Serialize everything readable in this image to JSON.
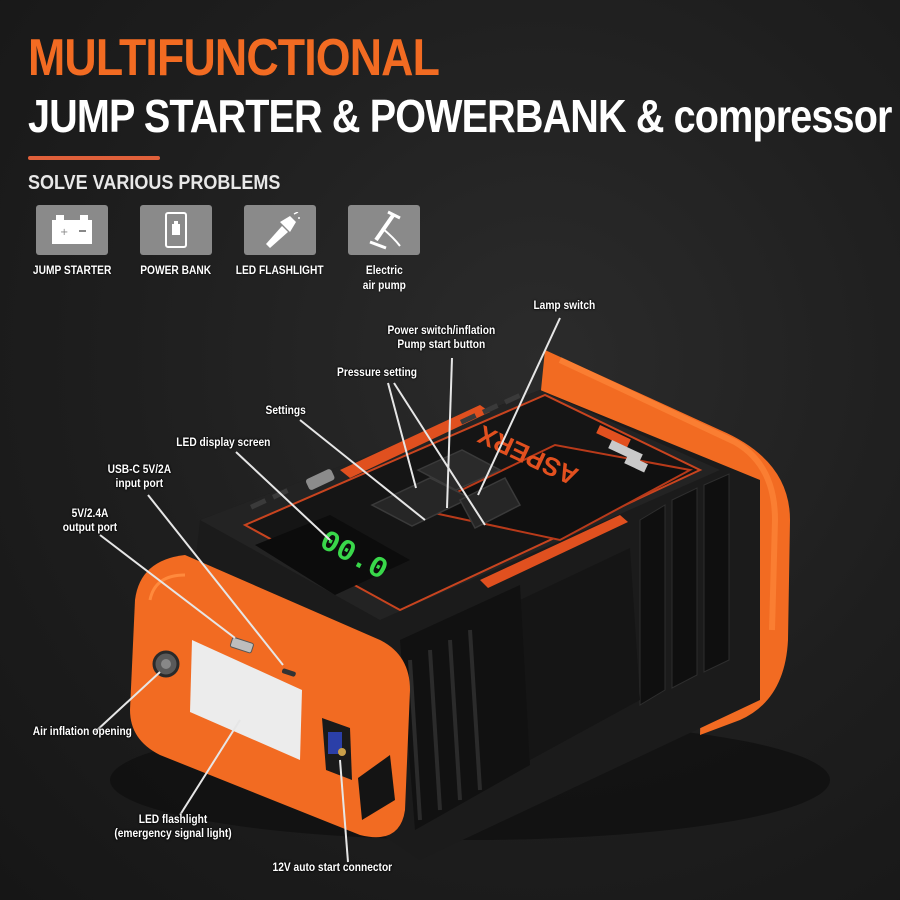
{
  "header": {
    "title_line1": "MULTIFUNCTIONAL",
    "title_line2": "JUMP STARTER & POWERBANK & compressor",
    "subtitle": "SOLVE VARIOUS PROBLEMS"
  },
  "features": [
    {
      "label": "JUMP STARTER",
      "icon": "car-battery-icon"
    },
    {
      "label": "POWER BANK",
      "icon": "phone-charging-icon"
    },
    {
      "label": "LED FLASHLIGHT",
      "icon": "flashlight-icon"
    },
    {
      "label_line1": "Electric",
      "label_line2": "air pump",
      "icon": "air-pump-icon"
    }
  ],
  "device": {
    "brand": "ASPERX",
    "display_reading": "00.0",
    "colors": {
      "accent_orange": "#f26b22",
      "body_black": "#1a1a1a",
      "display_green": "#39d84a"
    }
  },
  "callouts": {
    "lamp_switch": "Lamp switch",
    "power_switch_line1": "Power switch/inflation",
    "power_switch_line2": "Pump start button",
    "pressure_setting": "Pressure setting",
    "settings": "Settings",
    "led_display": "LED display screen",
    "usbc_line1": "USB-C 5V/2A",
    "usbc_line2": "input port",
    "output_line1": "5V/2.4A",
    "output_line2": "output port",
    "air_inflation": "Air inflation opening",
    "led_flashlight_line1": "LED flashlight",
    "led_flashlight_line2": "(emergency signal light)",
    "connector_12v": "12V auto start connector"
  }
}
